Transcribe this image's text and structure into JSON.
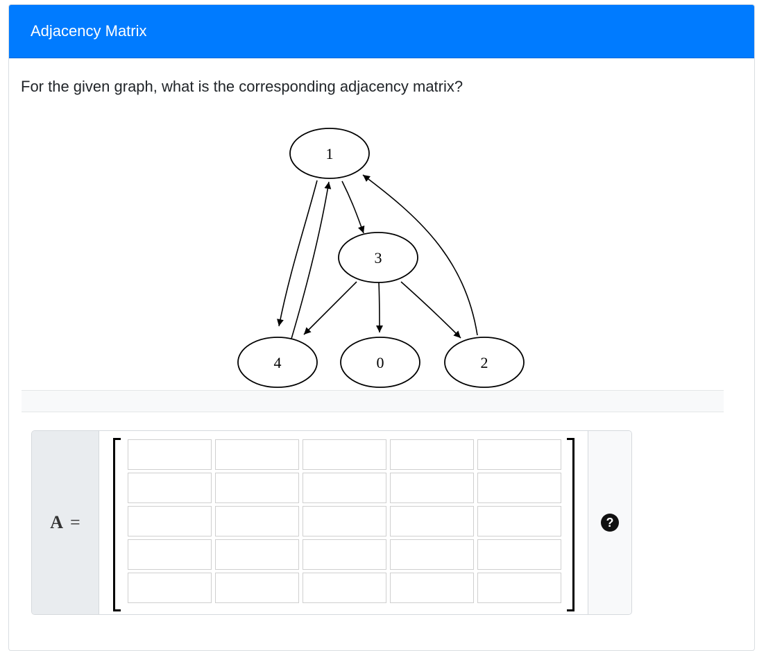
{
  "header": {
    "title": "Adjacency Matrix"
  },
  "question": {
    "text": "For the given graph, what is the corresponding adjacency matrix?"
  },
  "graph": {
    "nodes": [
      {
        "id": "1",
        "label": "1"
      },
      {
        "id": "3",
        "label": "3"
      },
      {
        "id": "4",
        "label": "4"
      },
      {
        "id": "0",
        "label": "0"
      },
      {
        "id": "2",
        "label": "2"
      }
    ],
    "edges": [
      {
        "from": "1",
        "to": "4"
      },
      {
        "from": "4",
        "to": "1"
      },
      {
        "from": "1",
        "to": "3"
      },
      {
        "from": "3",
        "to": "4"
      },
      {
        "from": "3",
        "to": "0"
      },
      {
        "from": "3",
        "to": "2"
      },
      {
        "from": "2",
        "to": "1"
      }
    ]
  },
  "answer": {
    "label_symbol": "A",
    "label_equals": "=",
    "rows": 5,
    "cols": 5,
    "cells": [
      [
        "",
        "",
        "",
        "",
        ""
      ],
      [
        "",
        "",
        "",
        "",
        ""
      ],
      [
        "",
        "",
        "",
        "",
        ""
      ],
      [
        "",
        "",
        "",
        "",
        ""
      ],
      [
        "",
        "",
        "",
        "",
        ""
      ]
    ],
    "help_icon": "question-circle-icon"
  }
}
